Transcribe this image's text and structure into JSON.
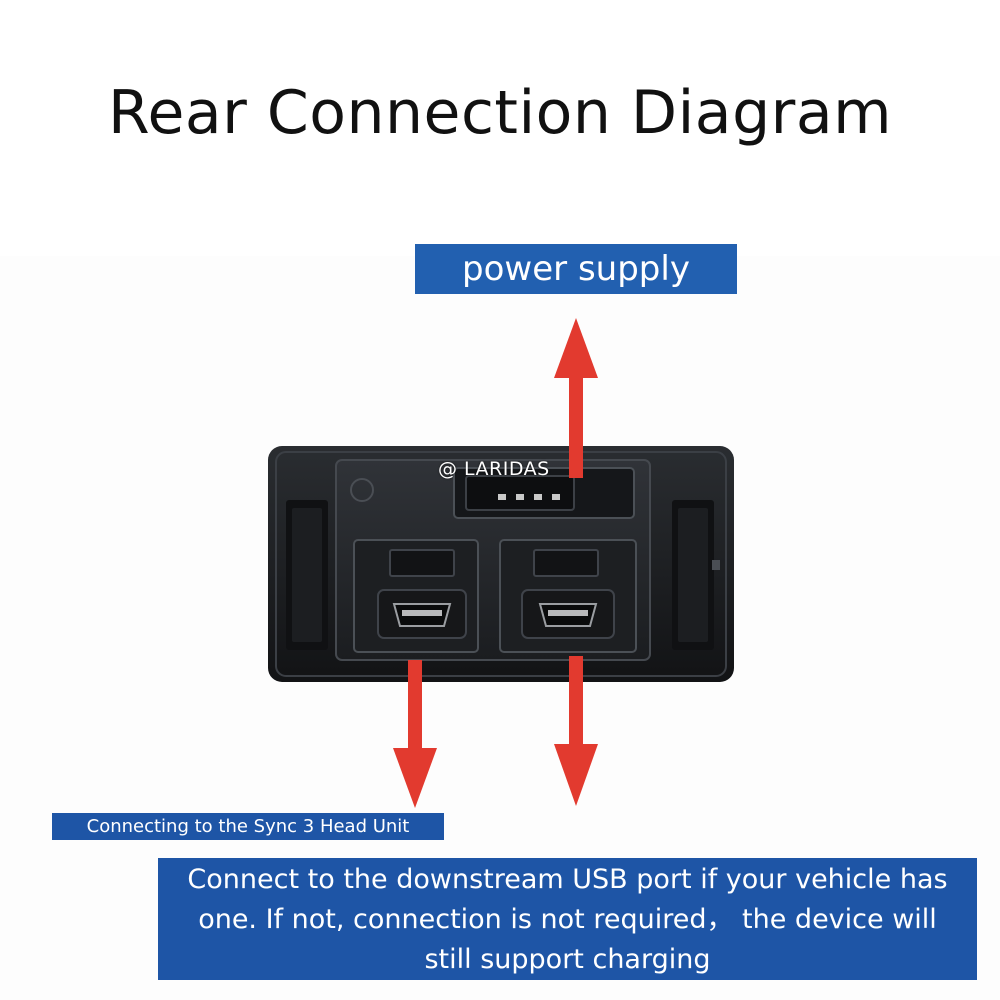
{
  "title": "Rear Connection Diagram",
  "labels": {
    "power_supply": "power supply",
    "sync3": "Connecting to the Sync 3 Head Unit",
    "downstream": "Connect to the downstream USB port if your vehicle has one. If not, connection is not required， the device will still support charging"
  },
  "watermark": "@ LARIDAS",
  "colors": {
    "label_blue": "#2260b0",
    "arrow_red": "#e23a2f",
    "device_black": "#1a1c1f"
  }
}
